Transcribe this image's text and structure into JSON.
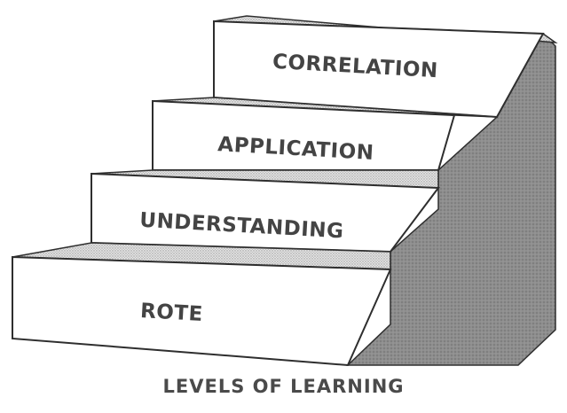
{
  "steps": [
    {
      "label": "ROTE"
    },
    {
      "label": "UNDERSTANDING"
    },
    {
      "label": "APPLICATION"
    },
    {
      "label": "CORRELATION"
    }
  ],
  "caption": "LEVELS OF LEARNING",
  "colors": {
    "step_face": "#ffffff",
    "step_top": "#d2d2d2",
    "side_shade": "#8c8c8c",
    "outline": "#2e2e2e",
    "text": "#444444"
  }
}
